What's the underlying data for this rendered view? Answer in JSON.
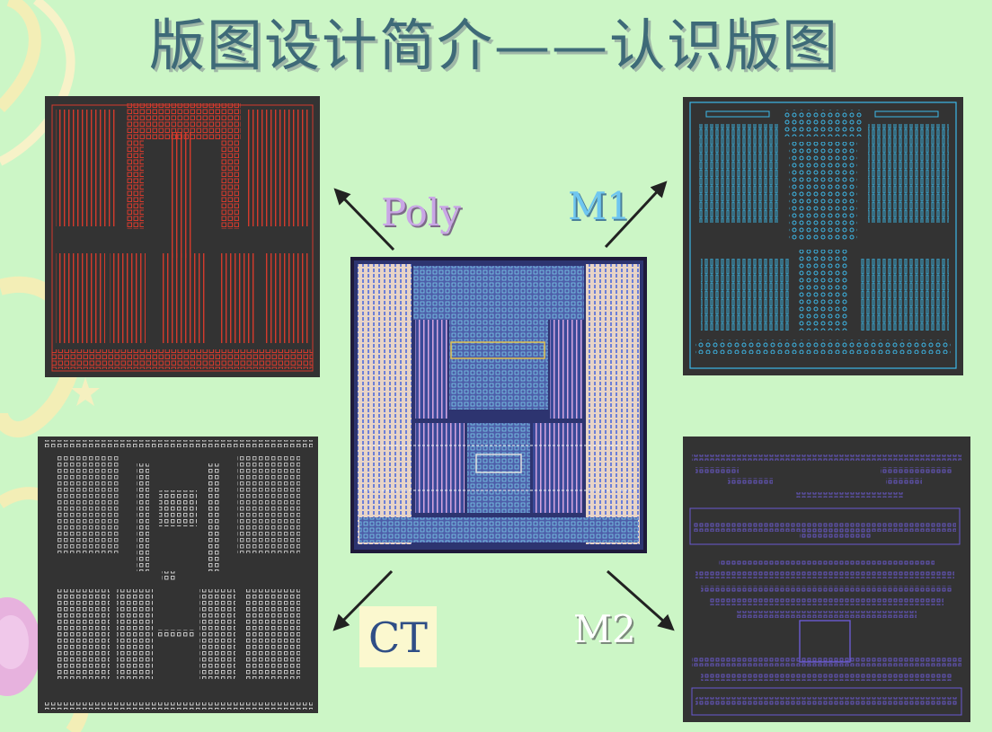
{
  "slide": {
    "title": "版图设计简介——认识版图",
    "background_color": "#ccf6c6"
  },
  "layers": {
    "poly": {
      "label": "Poly",
      "color": "#d43a2c"
    },
    "m1": {
      "label": "M1",
      "color": "#3cb8e8"
    },
    "ct": {
      "label": "CT",
      "color": "#e8e8e8"
    },
    "m2": {
      "label": "M2",
      "color": "#6a5ad0"
    }
  }
}
